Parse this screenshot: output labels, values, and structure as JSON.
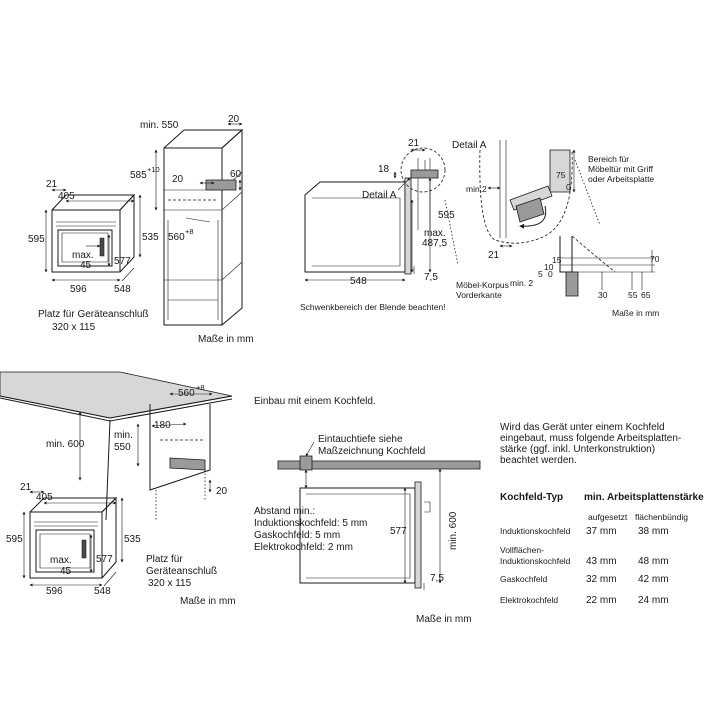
{
  "top_left": {
    "oven_dims": {
      "d21": "21",
      "d405": "405",
      "d595": "595",
      "d535": "535",
      "dmax": "max.",
      "d45": "45",
      "d577": "577",
      "d596": "596",
      "d548": "548"
    },
    "cabinet_dims": {
      "min550": "min. 550",
      "d20": "20",
      "d585": "585",
      "sup10": "+10",
      "d20b": "20",
      "d60": "60",
      "d560": "560",
      "sup8": "+8"
    },
    "note_l1": "Platz für Geräteanschluß",
    "note_l2": "320 x 115",
    "units": "Maße in mm"
  },
  "top_right": {
    "d21": "21",
    "d18": "18",
    "detail_a_top": "Detail A",
    "detail_a_left": "Detail A",
    "d595": "595",
    "dmax": "max.",
    "d4875": "487,5",
    "d75": "7,5",
    "d548": "548",
    "swing_note": "Schwenkbereich der Blende beachten!",
    "door_note_l1": "Bereich für",
    "door_note_l2": "Möbeltür mit Griff",
    "door_note_l3": "oder Arbeitsplatte",
    "min2_a": "min.2",
    "d75b": "75",
    "d0": "0",
    "d21b": "21",
    "korpus_l1": "Möbel-Korpus",
    "korpus_l2": "Vorderkante",
    "d15": "15",
    "d10": "10",
    "d5": "5",
    "d0b": "0",
    "min2_b": "min. 2",
    "d70": "70",
    "d30": "30",
    "d55": "55",
    "d65": "65",
    "units": "Maße in mm"
  },
  "bottom_left": {
    "d560": "560",
    "sup8": "+8",
    "min600": "min. 600",
    "min550_a": "min.",
    "min550_b": "550",
    "d180": "180",
    "d20": "20",
    "oven_dims": {
      "d21": "21",
      "d405": "405",
      "d595": "595",
      "d535": "535",
      "dmax": "max.",
      "d45": "45",
      "d577": "577",
      "d596": "596",
      "d548": "548"
    },
    "note_l1": "Platz für",
    "note_l2": "Geräteanschluß",
    "note_l3": "320 x 115",
    "units": "Maße in mm"
  },
  "bottom_mid": {
    "title": "Einbau mit einem Kochfeld.",
    "tauch_l1": "Eintauchtiefe siehe",
    "tauch_l2": "Maßzeichnung Kochfeld",
    "abstand_title": "Abstand min.:",
    "abstand_1": "Induktionskochfeld: 5 mm",
    "abstand_2": "Gaskochfeld: 5 mm",
    "abstand_3": "Elektrokochfeld: 2 mm",
    "d577": "577",
    "min600": "min. 600",
    "d75": "7,5",
    "units": "Maße in mm"
  },
  "bottom_right": {
    "intro_l1": "Wird das Gerät unter einem Kochfeld",
    "intro_l2": "eingebaut, muss folgende Arbeitsplatten-",
    "intro_l3": "stärke (ggf. inkl. Unterkonstruktion)",
    "intro_l4": "beachtet werden.",
    "col_type": "Kochfeld-Typ",
    "col_min": "min. Arbeitsplattenstärke",
    "sub_a": "aufgesetzt",
    "sub_b": "flächenbündig",
    "rows": [
      {
        "type": "Induktionskochfeld",
        "type2": "",
        "a": "37 mm",
        "b": "38 mm"
      },
      {
        "type": "Vollflächen-",
        "type2": "Induktionskochfeld",
        "a": "43 mm",
        "b": "48 mm"
      },
      {
        "type": "Gaskochfeld",
        "type2": "",
        "a": "32 mm",
        "b": "42 mm"
      },
      {
        "type": "Elektrokochfeld",
        "type2": "",
        "a": "22 mm",
        "b": "24 mm"
      }
    ]
  }
}
